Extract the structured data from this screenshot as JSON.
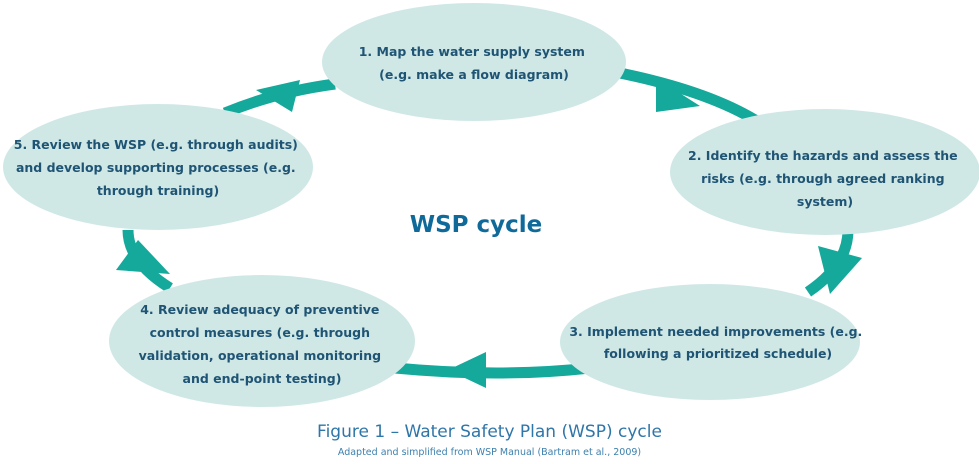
{
  "diagram": {
    "center_title": "WSP cycle",
    "steps": [
      {
        "id": "step-1",
        "lines": [
          "1. Map the water supply system",
          "(e.g. make a flow diagram)"
        ]
      },
      {
        "id": "step-2",
        "lines": [
          "2. Identify the hazards and assess the",
          "risks (e.g. through agreed ranking",
          "system)"
        ]
      },
      {
        "id": "step-3",
        "lines": [
          "3. Implement needed improvements (e.g.",
          "following a prioritized schedule)"
        ]
      },
      {
        "id": "step-4",
        "lines": [
          "4. Review adequacy of preventive",
          "control measures (e.g. through",
          "validation, operational monitoring",
          "and end-point testing)"
        ]
      },
      {
        "id": "step-5",
        "lines": [
          "5. Review the WSP (e.g. through audits)",
          "and develop supporting processes (e.g.",
          "through training)"
        ]
      }
    ]
  },
  "caption": "Figure 1 – Water Safety Plan (WSP) cycle",
  "source": "Adapted and simplified from WSP Manual (Bartram et al., 2009)",
  "colors": {
    "node_fill": "#cfe8e6",
    "arrow": "#14a99a",
    "node_text": "#1f5474",
    "center_title": "#0f6a9a",
    "caption": "#2f76a8"
  }
}
